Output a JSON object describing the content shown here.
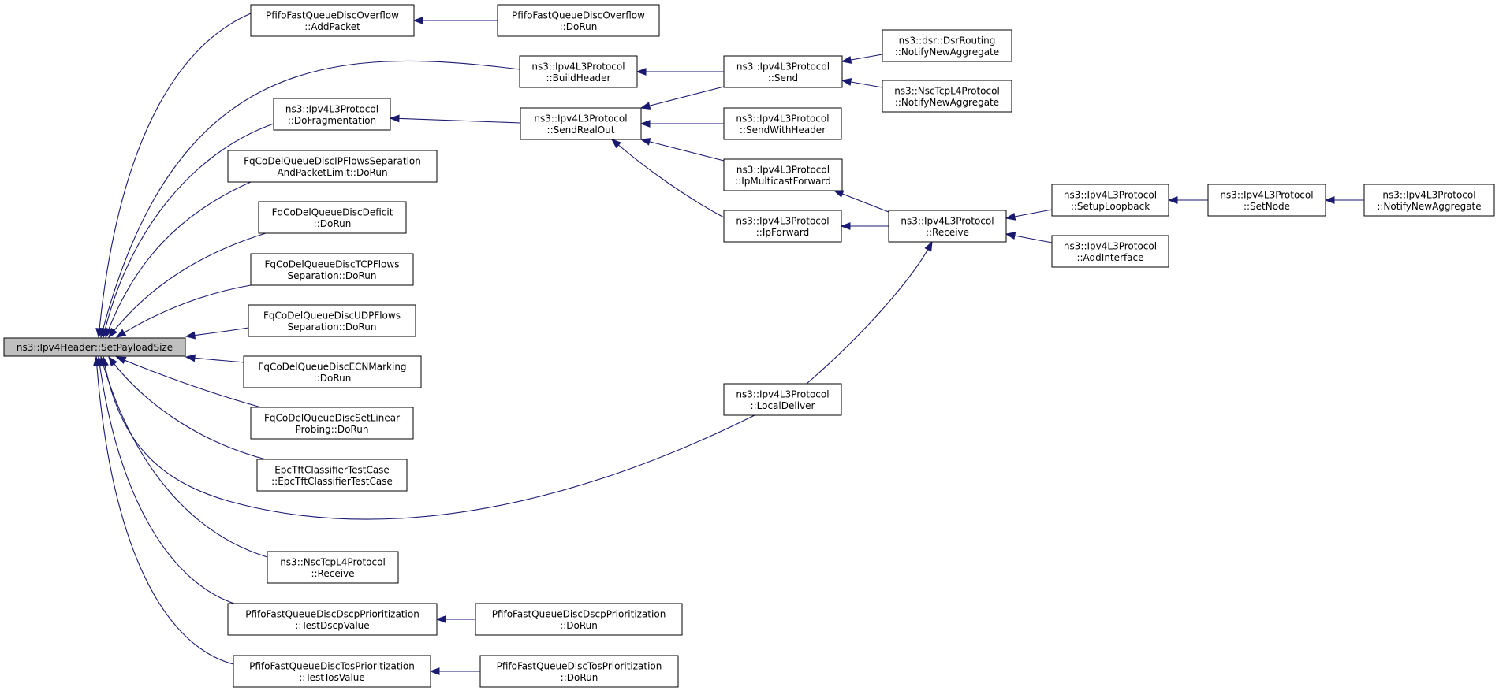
{
  "colors": {
    "edge": "#191970",
    "node_border": "#000000",
    "root_fill": "#bfbfbf",
    "node_fill": "#ffffff"
  },
  "nodes": {
    "root": [
      "ns3::Ipv4Header::SetPayloadSize"
    ],
    "pfifo_overflow_addpacket": [
      "PfifoFastQueueDiscOverflow",
      "::AddPacket"
    ],
    "pfifo_overflow_dorun": [
      "PfifoFastQueueDiscOverflow",
      "::DoRun"
    ],
    "buildheader": [
      "ns3::Ipv4L3Protocol",
      "::BuildHeader"
    ],
    "send": [
      "ns3::Ipv4L3Protocol",
      "::Send"
    ],
    "dsr_notify": [
      "ns3::dsr::DsrRouting",
      "::NotifyNewAggregate"
    ],
    "nsc_notify": [
      "ns3::NscTcpL4Protocol",
      "::NotifyNewAggregate"
    ],
    "dofragmentation": [
      "ns3::Ipv4L3Protocol",
      "::DoFragmentation"
    ],
    "sendrealout": [
      "ns3::Ipv4L3Protocol",
      "::SendRealOut"
    ],
    "sendwithheader": [
      "ns3::Ipv4L3Protocol",
      "::SendWithHeader"
    ],
    "fq_ipflows": [
      "FqCoDelQueueDiscIPFlowsSeparation",
      "AndPacketLimit::DoRun"
    ],
    "ipmulticastforward": [
      "ns3::Ipv4L3Protocol",
      "::IpMulticastForward"
    ],
    "fq_deficit": [
      "FqCoDelQueueDiscDeficit",
      "::DoRun"
    ],
    "ipforward": [
      "ns3::Ipv4L3Protocol",
      "::IpForward"
    ],
    "receive": [
      "ns3::Ipv4L3Protocol",
      "::Receive"
    ],
    "setuploopback": [
      "ns3::Ipv4L3Protocol",
      "::SetupLoopback"
    ],
    "setnode": [
      "ns3::Ipv4L3Protocol",
      "::SetNode"
    ],
    "ipv4_notify": [
      "ns3::Ipv4L3Protocol",
      "::NotifyNewAggregate"
    ],
    "addinterface": [
      "ns3::Ipv4L3Protocol",
      "::AddInterface"
    ],
    "fq_tcpflows": [
      "FqCoDelQueueDiscTCPFlows",
      "Separation::DoRun"
    ],
    "fq_udpflows": [
      "FqCoDelQueueDiscUDPFlows",
      "Separation::DoRun"
    ],
    "fq_ecn": [
      "FqCoDelQueueDiscECNMarking",
      "::DoRun"
    ],
    "localdeliver": [
      "ns3::Ipv4L3Protocol",
      "::LocalDeliver"
    ],
    "fq_setlinear": [
      "FqCoDelQueueDiscSetLinear",
      "Probing::DoRun"
    ],
    "epc_tft": [
      "EpcTftClassifierTestCase",
      "::EpcTftClassifierTestCase"
    ],
    "nsc_receive": [
      "ns3::NscTcpL4Protocol",
      "::Receive"
    ],
    "pfifo_dscp_test": [
      "PfifoFastQueueDiscDscpPrioritization",
      "::TestDscpValue"
    ],
    "pfifo_dscp_dorun": [
      "PfifoFastQueueDiscDscpPrioritization",
      "::DoRun"
    ],
    "pfifo_tos_test": [
      "PfifoFastQueueDiscTosPrioritization",
      "::TestTosValue"
    ],
    "pfifo_tos_dorun": [
      "PfifoFastQueueDiscTosPrioritization",
      "::DoRun"
    ]
  },
  "edges": [
    [
      "pfifo_overflow_addpacket",
      "root"
    ],
    [
      "buildheader",
      "root"
    ],
    [
      "dofragmentation",
      "root"
    ],
    [
      "fq_ipflows",
      "root"
    ],
    [
      "fq_deficit",
      "root"
    ],
    [
      "fq_tcpflows",
      "root"
    ],
    [
      "fq_udpflows",
      "root"
    ],
    [
      "fq_ecn",
      "root"
    ],
    [
      "fq_setlinear",
      "root"
    ],
    [
      "epc_tft",
      "root"
    ],
    [
      "localdeliver",
      "root"
    ],
    [
      "nsc_receive",
      "root"
    ],
    [
      "pfifo_dscp_test",
      "root"
    ],
    [
      "pfifo_tos_test",
      "root"
    ],
    [
      "pfifo_overflow_dorun",
      "pfifo_overflow_addpacket"
    ],
    [
      "send",
      "buildheader"
    ],
    [
      "dsr_notify",
      "send"
    ],
    [
      "nsc_notify",
      "send"
    ],
    [
      "sendrealout",
      "dofragmentation"
    ],
    [
      "send",
      "sendrealout"
    ],
    [
      "sendwithheader",
      "sendrealout"
    ],
    [
      "ipmulticastforward",
      "sendrealout"
    ],
    [
      "ipforward",
      "sendrealout"
    ],
    [
      "receive",
      "ipmulticastforward"
    ],
    [
      "receive",
      "ipforward"
    ],
    [
      "localdeliver",
      "receive"
    ],
    [
      "setuploopback",
      "receive"
    ],
    [
      "addinterface",
      "receive"
    ],
    [
      "setnode",
      "setuploopback"
    ],
    [
      "ipv4_notify",
      "setnode"
    ],
    [
      "pfifo_dscp_dorun",
      "pfifo_dscp_test"
    ],
    [
      "pfifo_tos_dorun",
      "pfifo_tos_test"
    ]
  ]
}
